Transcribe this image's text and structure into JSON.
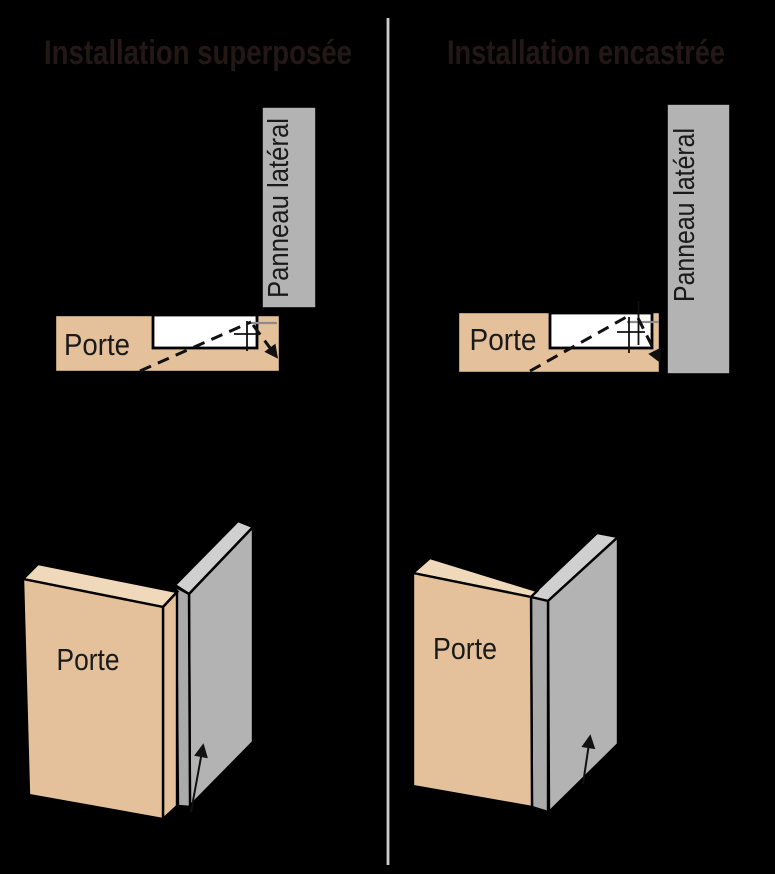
{
  "titles": {
    "left": "Installation superposée",
    "right": "Installation encastrée"
  },
  "labels": {
    "left_top_door": "Porte",
    "left_top_panel": "Panneau latéral",
    "right_top_door": "Porte",
    "right_top_panel": "Panneau latéral",
    "left_3d_door": "Porte",
    "right_3d_door": "Porte"
  },
  "colors": {
    "background": "#000000",
    "door_tan": "#e5c19b",
    "door_tan_top": "#f0d8ba",
    "panel_gray": "#b3b3b3",
    "panel_gray_strip": "#aaaaaa",
    "panel_gray_top": "#d0d0d0",
    "cutout_white": "#ffffff",
    "title_text": "#231815",
    "label_text": "#1a1a1a",
    "divider": "#cccccc",
    "mark_gray": "#8c8c8c",
    "line_black": "#111111"
  }
}
